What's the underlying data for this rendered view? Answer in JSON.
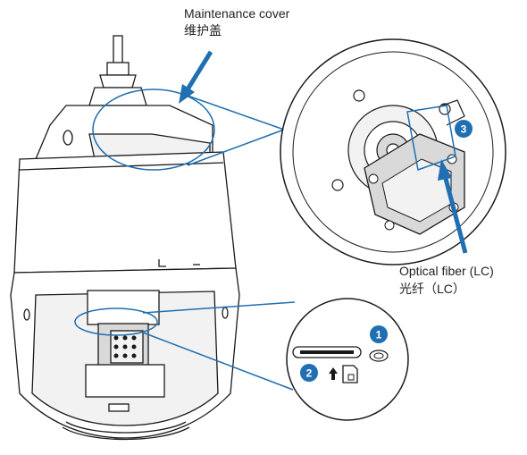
{
  "labels": {
    "maintenance_cover_en": "Maintenance cover",
    "maintenance_cover_zh": "维护盖",
    "optical_fiber_en": "Optical fiber (LC)",
    "optical_fiber_zh": "光纤（LC）"
  },
  "callouts": {
    "step1": "1",
    "step2": "2",
    "step3": "3"
  },
  "colors": {
    "accent": "#1f6fb2",
    "badge": "#1f6fb2",
    "line": "#1a1a1a",
    "fill_light": "#f2f2f2",
    "fill_mid": "#d9d9d9"
  },
  "icons": [
    "arrow-icon",
    "memory-card-icon",
    "up-arrow-icon",
    "button-icon"
  ]
}
